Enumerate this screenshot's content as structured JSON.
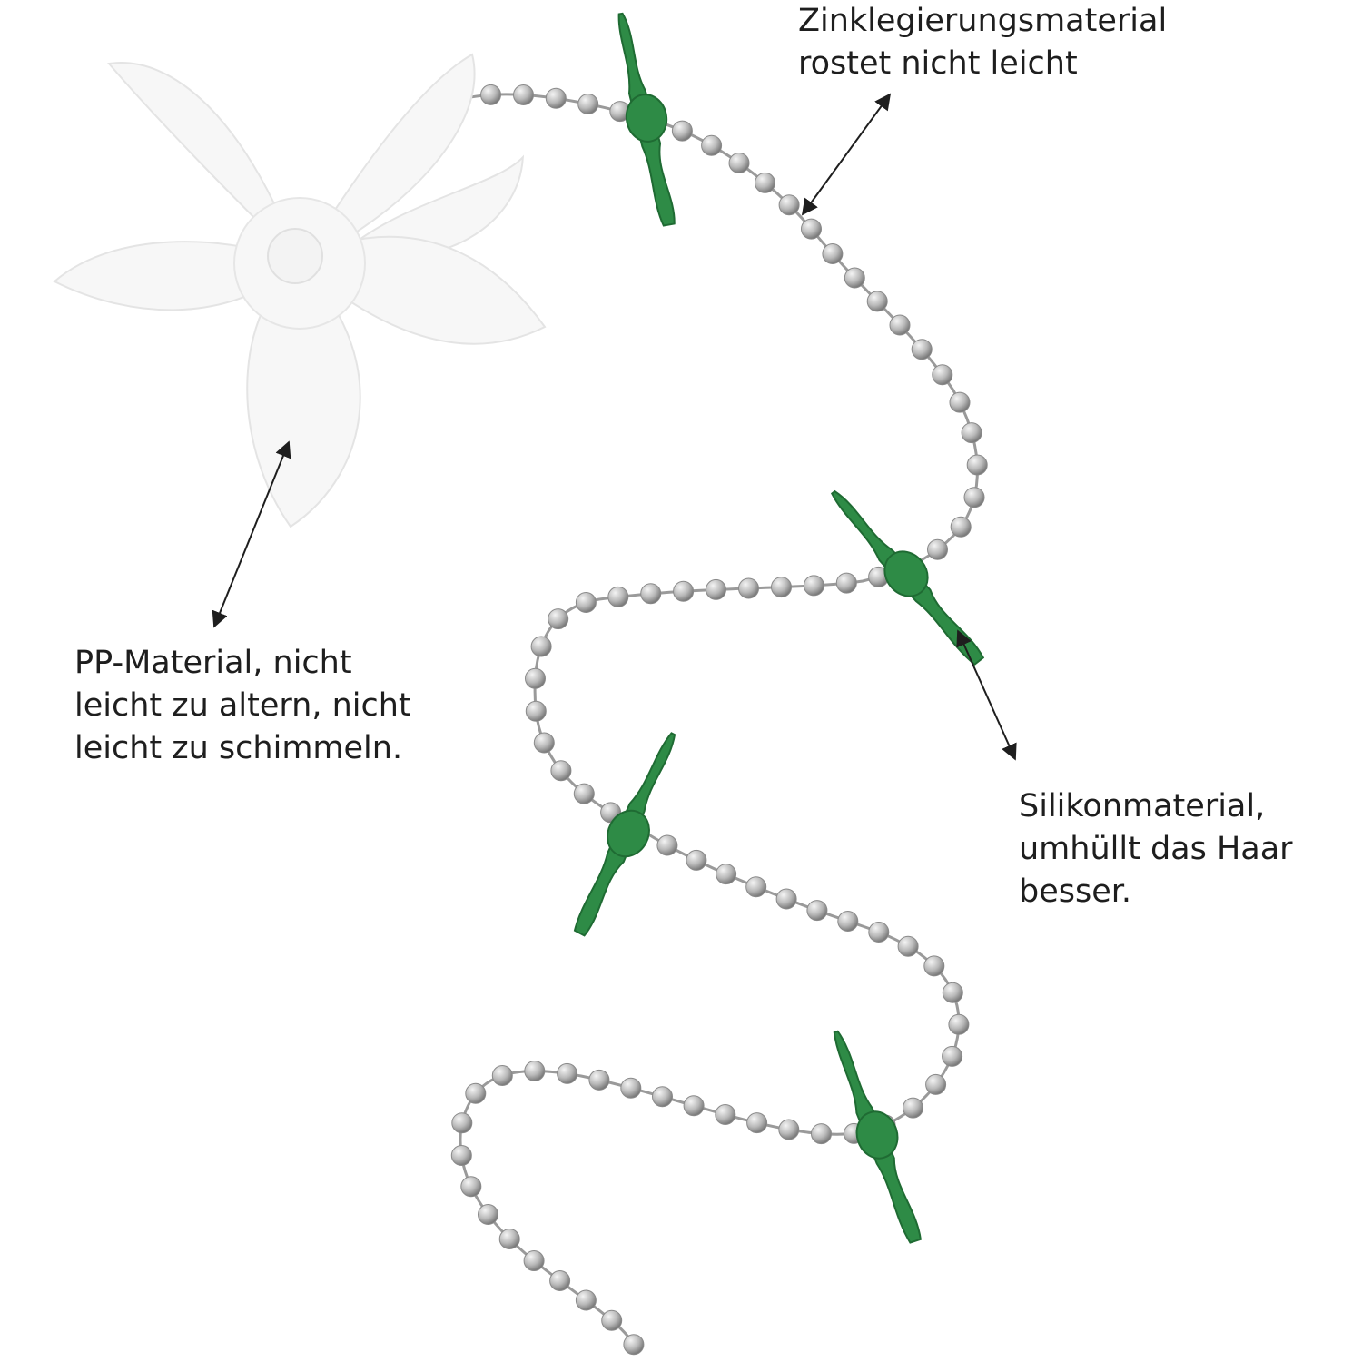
{
  "labels": {
    "zinc": [
      "Zinklegierungsmaterial",
      "rostet nicht leicht"
    ],
    "pp": [
      "PP-Material, nicht",
      "leicht zu altern, nicht",
      "leicht zu schimmeln."
    ],
    "silicone": [
      "Silikonmaterial,",
      "umhüllt das Haar",
      "besser."
    ]
  },
  "colors": {
    "background": "#ffffff",
    "text": "#1e1e1e",
    "flower": "#f7f7f7",
    "flower_edge": "#e4e4e4",
    "bead_light": "#f4f4f4",
    "bead_dark": "#7b7b7b",
    "silicone": "#2e8b46",
    "silicone_dark": "#1f6b33",
    "arrow": "#1e1e1e"
  },
  "icons": [
    "flower-stopper",
    "ball-chain",
    "silicone-clip"
  ]
}
